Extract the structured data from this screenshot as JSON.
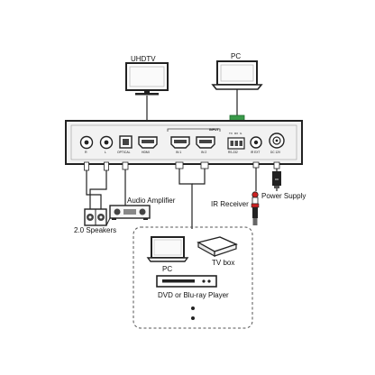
{
  "devices": {
    "uhdtv": "UHDTV",
    "pc_top": "PC",
    "audio_amplifier": "Audio Amplifier",
    "speakers": "2.0 Speakers",
    "ir_receiver": "IR Receiver",
    "power_supply": "Power Supply",
    "pc_source": "PC",
    "tv_box": "TV box",
    "player": "DVD or Blu-ray Player"
  },
  "panel": {
    "ports": {
      "r": "R",
      "l": "L",
      "optical": "OPTICAL",
      "hdmi": "HDMI",
      "hdmi_in1": "IN 1",
      "hdmi_in2": "IN 2",
      "input_header": "INPUT",
      "rs232": "RS-232",
      "tx": "TX",
      "rx": "RX",
      "gnd": "G",
      "ir_ext": "IR EXT",
      "dc": "DC 12V"
    }
  },
  "colors": {
    "rs232_connector": "#3a9a4a",
    "ir_receiver_tip": "#cc2222",
    "panel_fill": "#f2f2f2",
    "line": "#222222"
  }
}
